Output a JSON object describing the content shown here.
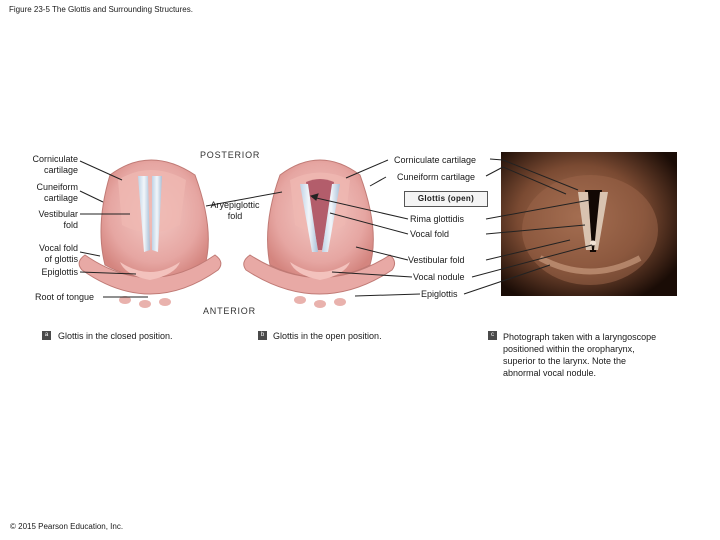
{
  "figure": {
    "title": "Figure 23-5 The Glottis and Surrounding Structures."
  },
  "orientation": {
    "posterior": "POSTERIOR",
    "anterior": "ANTERIOR"
  },
  "panel_a": {
    "badge": "a",
    "caption": "Glottis in the closed position.",
    "labels": {
      "corniculate": [
        "Corniculate",
        "cartilage"
      ],
      "cuneiform": [
        "Cuneiform",
        "cartilage"
      ],
      "vestibular": [
        "Vestibular",
        "fold"
      ],
      "vocal_fold": [
        "Vocal fold",
        "of glottis"
      ],
      "epiglottis": "Epiglottis",
      "root_tongue": "Root of tongue"
    }
  },
  "panel_b": {
    "badge": "b",
    "caption": "Glottis in the open position.",
    "labels": {
      "aryepiglottic": [
        "Aryepiglottic",
        "fold"
      ],
      "corniculate": "Corniculate cartilage",
      "cuneiform": "Cuneiform cartilage",
      "glottis_open": "Glottis (open)",
      "rima": "Rima glottidis",
      "vocal_fold": "Vocal fold",
      "vestibular": "Vestibular fold",
      "vocal_nodule": "Vocal nodule",
      "epiglottis": "Epiglottis"
    }
  },
  "panel_c": {
    "badge": "c",
    "caption": [
      "Photograph taken with a laryngoscope",
      "positioned within the oropharynx,",
      "superior to the larynx. Note the",
      "abnormal vocal nodule."
    ]
  },
  "copyright": "© 2015 Pearson Education, Inc."
}
